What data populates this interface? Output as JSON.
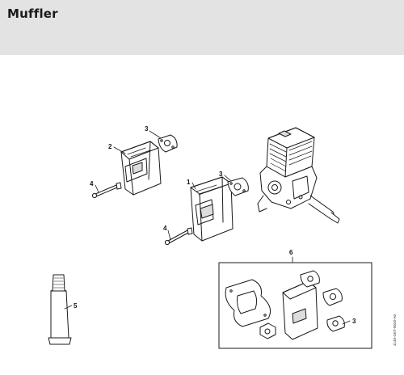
{
  "header": {
    "title": "Muffler"
  },
  "callouts": {
    "c1": "1",
    "c2": "2",
    "c3a": "3",
    "c3b": "3",
    "c3c": "3",
    "c4a": "4",
    "c4b": "4",
    "c5": "5",
    "c6": "6"
  },
  "diagram_code": "4140-GET-0033-A0",
  "colors": {
    "header_bg": "#e3e3e3",
    "line": "#1a1a1a"
  }
}
